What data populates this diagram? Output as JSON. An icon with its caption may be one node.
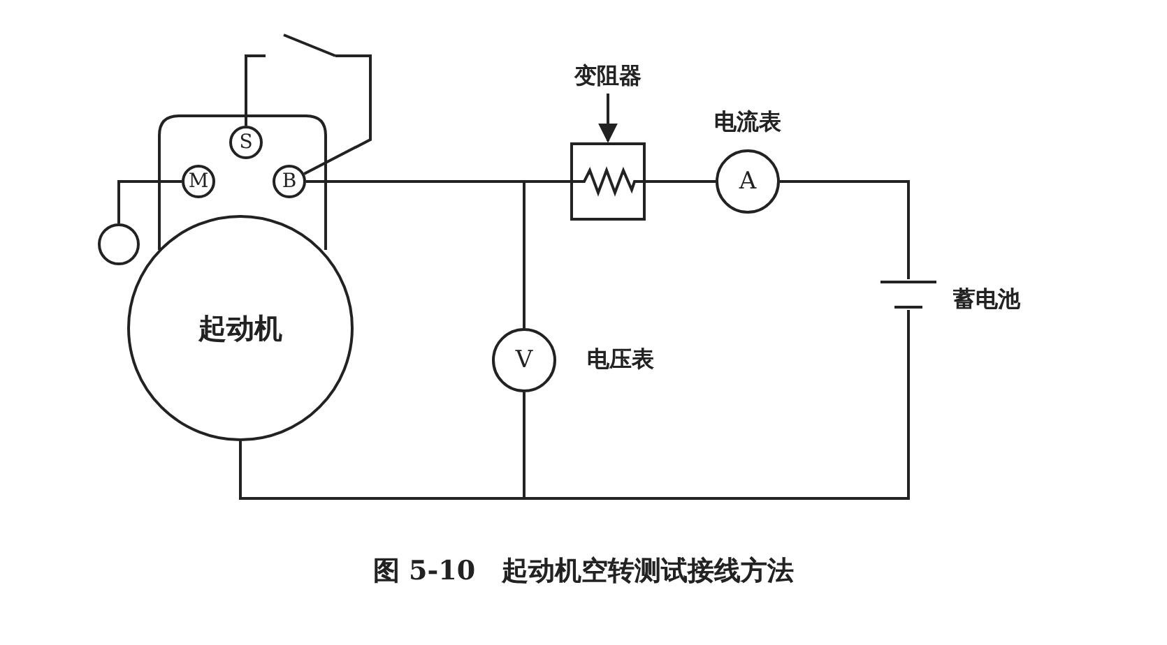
{
  "diagram": {
    "caption": "图 5-10　起动机空转测试接线方法",
    "nodes": [
      {
        "text": [],
        "shape": "box"
      },
      {
        "text": [
          "S"
        ],
        "in": 0
      },
      {
        "text": [
          "M"
        ],
        "in": 0
      },
      {
        "text": [
          "B"
        ],
        "in": 0
      },
      {
        "text": [],
        "shape": "circle"
      },
      {
        "text": [
          "起动机"
        ]
      },
      {
        "text": [],
        "shape": "switch"
      },
      {
        "text": [],
        "shape": "resistor",
        "beside": [
          "变阻器"
        ]
      },
      {
        "text": [
          "A"
        ],
        "beside": [
          "电流表"
        ]
      },
      {
        "text": [],
        "shape": "battery",
        "beside": [
          "蓄电池"
        ]
      },
      {
        "text": [
          "V"
        ],
        "beside": [
          "电压表"
        ]
      }
    ],
    "edges": [
      {
        "from": 1,
        "to": 6,
        "arrow": "none"
      },
      {
        "from": 6,
        "to": 3,
        "arrow": "none"
      },
      {
        "from": 2,
        "to": 4,
        "arrow": "none"
      },
      {
        "from": 3,
        "to": 7,
        "arrow": "none"
      },
      {
        "from": 3,
        "to": 10,
        "arrow": "none"
      },
      {
        "from": 7,
        "to": 8,
        "arrow": "none"
      },
      {
        "from": 8,
        "to": 9,
        "arrow": "none"
      },
      {
        "from": 9,
        "to": 5,
        "arrow": "none"
      },
      {
        "from": 10,
        "to": 5,
        "arrow": "none"
      }
    ]
  }
}
